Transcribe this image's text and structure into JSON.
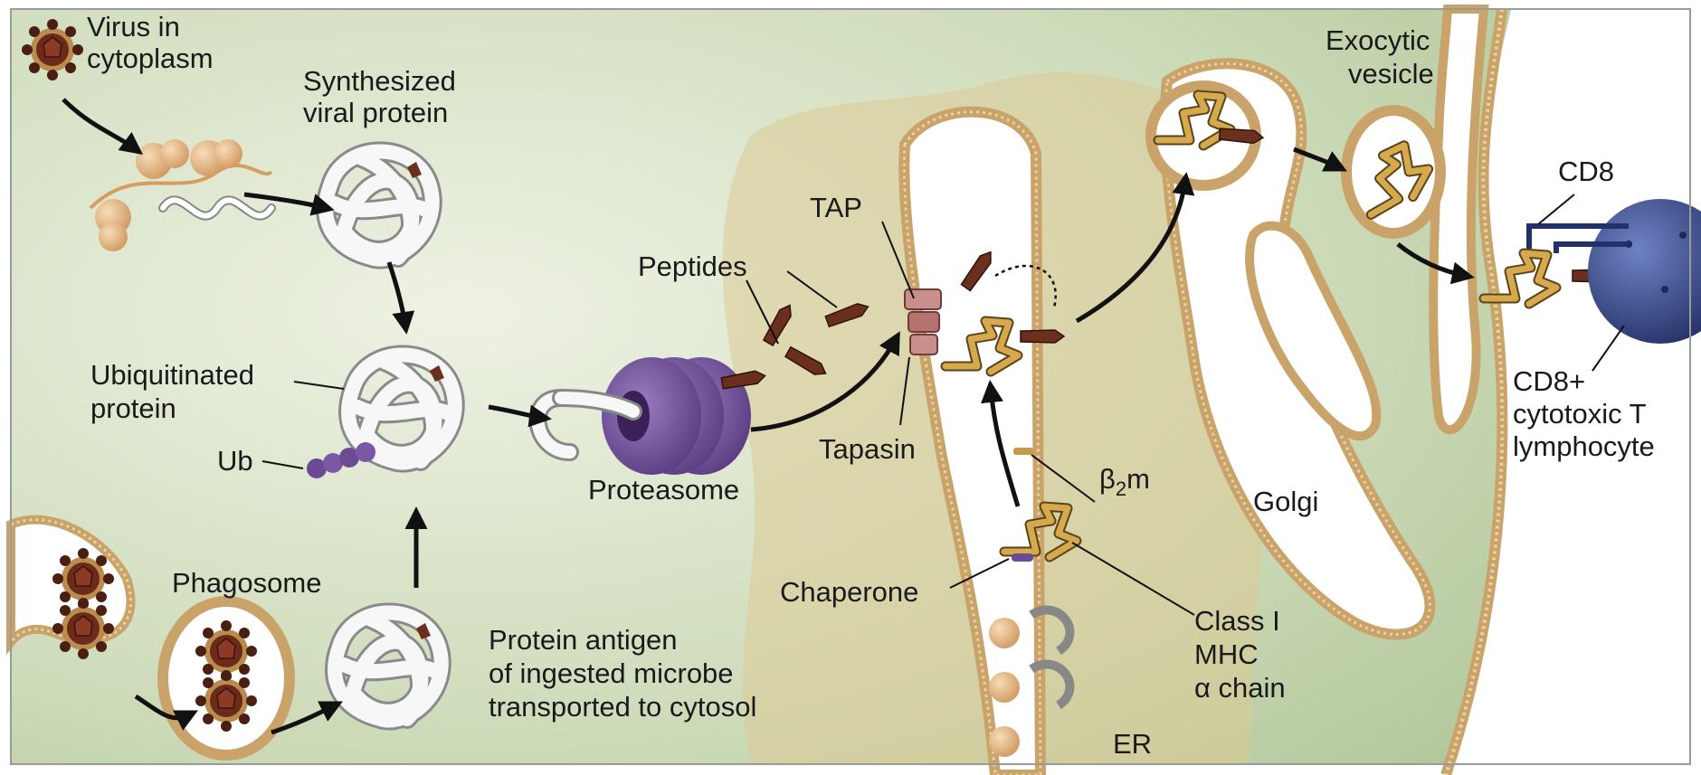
{
  "labels": {
    "virus_line1": "Virus in",
    "virus_line2": "cytoplasm",
    "synth_line1": "Synthesized",
    "synth_line2": "viral protein",
    "ubiq_line1": "Ubiquitinated",
    "ubiq_line2": "protein",
    "ub": "Ub",
    "phagosome": "Phagosome",
    "antigen_line1": "Protein antigen",
    "antigen_line2": "of ingested microbe",
    "antigen_line3": "transported to cytosol",
    "proteasome": "Proteasome",
    "peptides": "Peptides",
    "tap": "TAP",
    "tapasin": "Tapasin",
    "b2m_beta": "β",
    "b2m_sub": "2",
    "b2m_m": "m",
    "chaperone": "Chaperone",
    "mhc_line1": "Class I",
    "mhc_line2": "MHC",
    "mhc_line3": "α chain",
    "er": "ER",
    "golgi": "Golgi",
    "exo_line1": "Exocytic",
    "exo_line2": "vesicle",
    "cd8": "CD8",
    "tcell_line1": "CD8+",
    "tcell_line2": "cytotoxic T",
    "tcell_line3": "lymphocyte"
  },
  "colors": {
    "cytoplasm": "#c9d8b5",
    "membrane": "#c9a36a",
    "membrane_dot": "#e4c995",
    "protein": "#f4f4f4",
    "virus": "#5a2418",
    "peptide": "#6b2f1e",
    "proteasome": "#6b4a91",
    "ubiquitin": "#6c4a94",
    "tap": "#c98f8c",
    "mhc": "#c69a47",
    "tcell": "#3b4f8e"
  }
}
